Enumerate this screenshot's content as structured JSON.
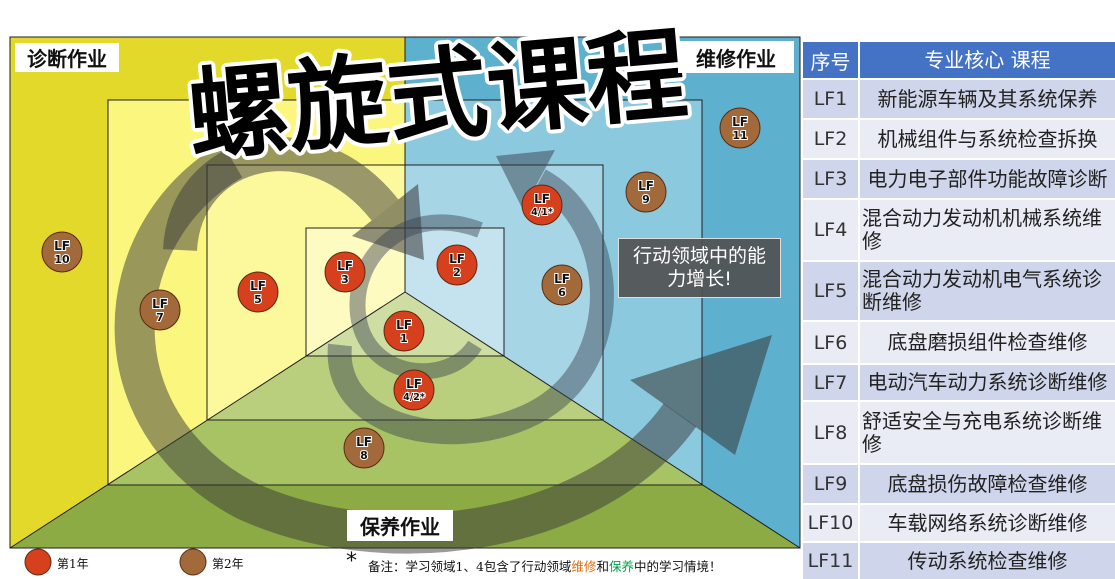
{
  "title": "螺旋式课程",
  "diagram": {
    "label_diagnosis": "诊断作业",
    "label_repair": "维修作业",
    "label_maintenance": "保养作业",
    "growth_note": "行动领域中的能力增长!",
    "circles": [
      {
        "line1": "LF",
        "line2": "1",
        "color": "#D6401C"
      },
      {
        "line1": "LF",
        "line2": "2",
        "color": "#D6401C"
      },
      {
        "line1": "LF",
        "line2": "3",
        "color": "#D6401C"
      },
      {
        "line1": "LF",
        "line2": "4/1*",
        "color": "#D6401C"
      },
      {
        "line1": "LF",
        "line2": "4/2*",
        "color": "#D6401C"
      },
      {
        "line1": "LF",
        "line2": "5",
        "color": "#D6401C"
      },
      {
        "line1": "LF",
        "line2": "6",
        "color": "#A26A3B"
      },
      {
        "line1": "LF",
        "line2": "7",
        "color": "#A26A3B"
      },
      {
        "line1": "LF",
        "line2": "8",
        "color": "#A26A3B"
      },
      {
        "line1": "LF",
        "line2": "9",
        "color": "#A26A3B"
      },
      {
        "line1": "LF",
        "line2": "10",
        "color": "#A26A3B"
      },
      {
        "line1": "LF",
        "line2": "11",
        "color": "#A26A3B"
      }
    ]
  },
  "legend": [
    {
      "label": "第1年",
      "color": "#D6401C"
    },
    {
      "label": "第2年",
      "color": "#A26A3B"
    }
  ],
  "footnote": {
    "star": "*",
    "prefix": "备注：学习领域1、4包含了行动领域",
    "word1": "维修",
    "joiner": "和",
    "word2": "保养",
    "suffix": "中的学习情境！",
    "word1_color": "#E46C0A",
    "word2_color": "#00A04A"
  },
  "table": {
    "header_id": "序号",
    "header_course": "专业核心 课程",
    "rows": [
      {
        "id": "LF1",
        "course": "新能源车辆及其系统保养"
      },
      {
        "id": "LF2",
        "course": "机械组件与系统检查拆换"
      },
      {
        "id": "LF3",
        "course": "电力电子部件功能故障诊断"
      },
      {
        "id": "LF4",
        "course": "混合动力发动机机械系统维修"
      },
      {
        "id": "LF5",
        "course": "混合动力发动机电气系统诊断维修"
      },
      {
        "id": "LF6",
        "course": "底盘磨损组件检查维修"
      },
      {
        "id": "LF7",
        "course": "电动汽车动力系统诊断维修"
      },
      {
        "id": "LF8",
        "course": "舒适安全与充电系统诊断维修"
      },
      {
        "id": "LF9",
        "course": "底盘损伤故障检查维修"
      },
      {
        "id": "LF10",
        "course": "车载网络系统诊断维修"
      },
      {
        "id": "LF11",
        "course": "传动系统检查维修"
      }
    ]
  }
}
